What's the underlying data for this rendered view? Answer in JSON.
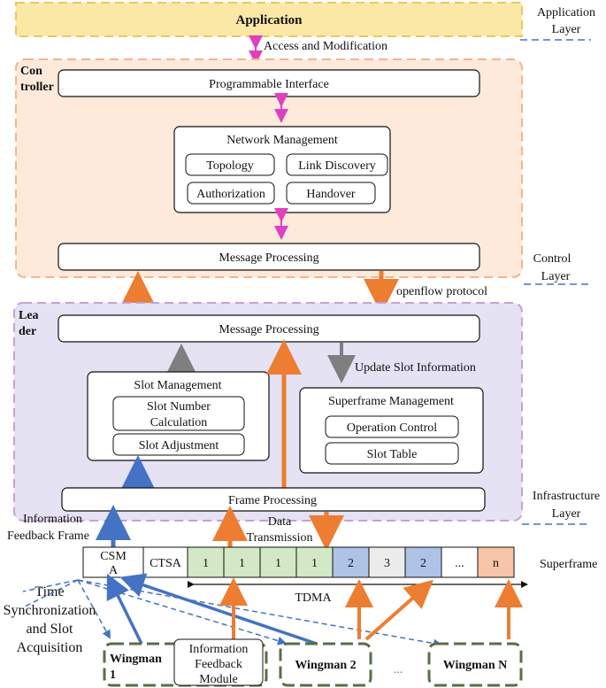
{
  "layers": {
    "application": "Application",
    "application_layer": [
      "Application",
      "Layer"
    ],
    "control_layer": [
      "Control",
      "Layer"
    ],
    "infrastructure_layer": [
      "Infrastructure",
      "Layer"
    ]
  },
  "controller": {
    "label": [
      "Con",
      "troller"
    ],
    "access_label": "Access and Modification",
    "programmable_interface": "Programmable Interface",
    "network_management": "Network Management",
    "topology": "Topology",
    "link_discovery": "Link Discovery",
    "authorization": "Authorization",
    "handover": "Handover",
    "message_processing": "Message Processing",
    "openflow": "openflow protocol"
  },
  "leader": {
    "label": [
      "Lea",
      "der"
    ],
    "message_processing": "Message Processing",
    "update_slot": "Update Slot Information",
    "slot_management": "Slot Management",
    "slot_number": [
      "Slot Number",
      "Calculation"
    ],
    "slot_adjustment": "Slot Adjustment",
    "superframe_management": "Superframe Management",
    "operation_control": "Operation Control",
    "slot_table": "Slot Table",
    "frame_processing": "Frame Processing"
  },
  "labels": {
    "info_feedback_frame": [
      "Information",
      "Feedback Frame"
    ],
    "data_transmission": [
      "Data",
      "Transmission"
    ],
    "superframe": "Superframe",
    "tdma": "TDMA",
    "time_sync": [
      "Time",
      "Synchronization",
      "and Slot",
      "Acquisition"
    ],
    "info_feedback_module": [
      "Information",
      "Feedback",
      "Module"
    ],
    "ellipsis": "..."
  },
  "superframe_slots": [
    {
      "label": "CSM\nA",
      "color": "#ffffff"
    },
    {
      "label": "CTSA",
      "color": "#ffffff"
    },
    {
      "label": "1",
      "color": "#d3e8c4"
    },
    {
      "label": "1",
      "color": "#d3e8c4"
    },
    {
      "label": "1",
      "color": "#d3e8c4"
    },
    {
      "label": "1",
      "color": "#d3e8c4"
    },
    {
      "label": "2",
      "color": "#aec3e6"
    },
    {
      "label": "3",
      "color": "#ececec"
    },
    {
      "label": "2",
      "color": "#aec3e6"
    },
    {
      "label": "...",
      "color": "#ffffff"
    },
    {
      "label": "n",
      "color": "#f7c6a8"
    }
  ],
  "wingmen": [
    {
      "label": [
        "Wingman",
        "1"
      ]
    },
    {
      "label": [
        "Wingman 2"
      ]
    },
    {
      "label": [
        "Wingman N"
      ]
    }
  ],
  "colors": {
    "application_fill": "#fbe8a6",
    "application_border": "#e8c860",
    "controller_fill": "#fdeadb",
    "controller_border": "#f2b58a",
    "leader_fill": "#e5e2f3",
    "leader_border": "#c6a0d8",
    "orange_arrow": "#ed7d31",
    "blue_arrow": "#4472c4",
    "gray_arrow": "#7f7f7f",
    "magenta_arrow": "#e040c0",
    "wingman_border": "#5a6e46",
    "layer_line": "#4472c4"
  }
}
